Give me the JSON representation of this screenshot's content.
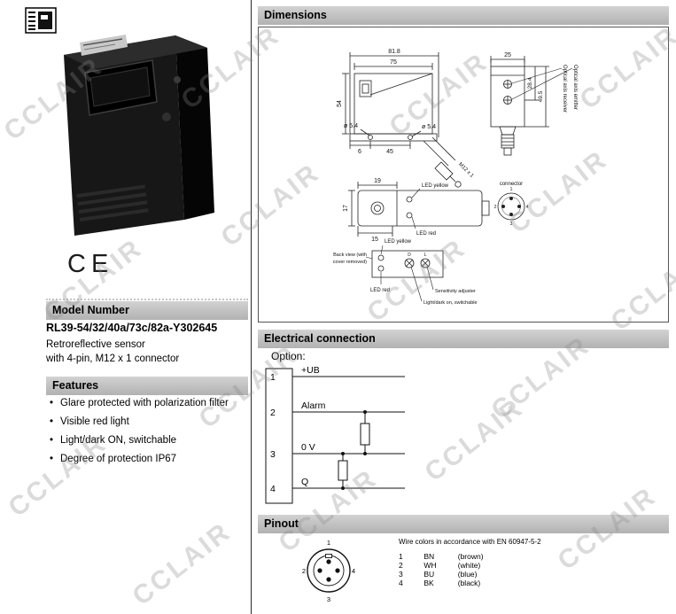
{
  "watermark": {
    "text": "CCLAIR"
  },
  "left_panel": {
    "ce_mark": "CE",
    "model_number_header": "Model Number",
    "model_number": "RL39-54/32/40a/73c/82a-Y302645",
    "description_line1": "Retroreflective sensor",
    "description_line2": "with 4-pin, M12 x 1 connector",
    "features_header": "Features",
    "features": [
      "Glare protected with polarization filter",
      "Visible red light",
      "Light/dark ON, switchable",
      "Degree of protection IP67"
    ]
  },
  "dimensions": {
    "header": "Dimensions",
    "side_view": {
      "dim_overall_width": "81.8",
      "dim_body_width": "75",
      "dim_height": "54",
      "dim_hole_left": "ø 5.4",
      "dim_hole_right": "ø 5.4",
      "dim_edge_to_hole": "6",
      "dim_hole_spacing": "45",
      "thread": "M12 x 1"
    },
    "top_view": {
      "dim_width": "25",
      "dim_axis_depth": "28.4",
      "dim_total_depth": "49.5",
      "label_receiver": "Optical axis receiver",
      "label_emitter": "Optical axis emitter"
    },
    "front_view": {
      "dim_width": "19",
      "dim_height": "17",
      "dim_bottom": "15",
      "label_led_yellow": "LED yellow",
      "label_led_red": "LED red",
      "label_connector": "connector",
      "pin1": "1",
      "pin2": "2",
      "pin3": "3",
      "pin4": "4"
    },
    "back_view": {
      "label_led_yellow": "LED yellow",
      "label_led_red": "LED red",
      "caption_line1": "Back view (with",
      "caption_line2": "cover removed)",
      "label_d": "D",
      "label_l": "L",
      "label_sensitivity": "Sensitivity adjuster",
      "label_lightdark": "Light/dark on, switchable"
    }
  },
  "electrical": {
    "header": "Electrical connection",
    "option_label": "Option:",
    "pins": [
      {
        "num": "1",
        "label": "+UB"
      },
      {
        "num": "2",
        "label": "Alarm"
      },
      {
        "num": "3",
        "label": "0 V"
      },
      {
        "num": "4",
        "label": "Q"
      }
    ]
  },
  "pinout": {
    "header": "Pinout",
    "connector_pins": {
      "p1": "1",
      "p2": "2",
      "p3": "3",
      "p4": "4"
    },
    "note": "Wire colors in accordance with EN 60947-5-2",
    "wires": [
      {
        "pin": "1",
        "code": "BN",
        "name": "(brown)"
      },
      {
        "pin": "2",
        "code": "WH",
        "name": "(white)"
      },
      {
        "pin": "3",
        "code": "BU",
        "name": "(blue)"
      },
      {
        "pin": "4",
        "code": "BK",
        "name": "(black)"
      }
    ]
  }
}
